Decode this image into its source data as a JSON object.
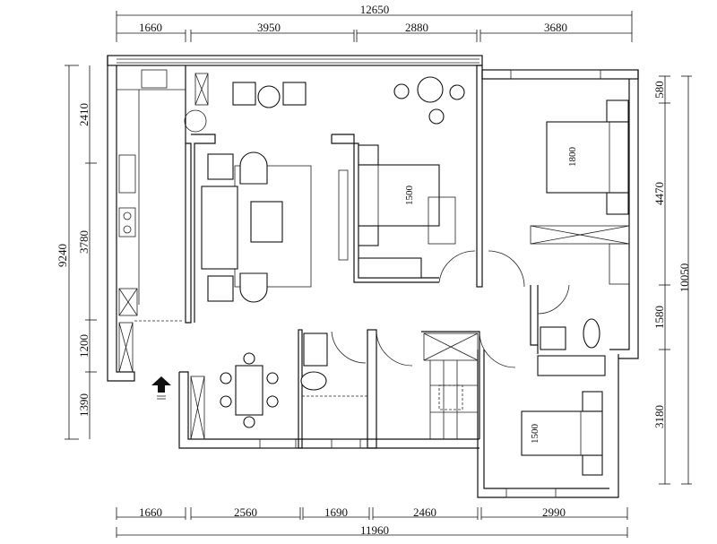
{
  "dimensions": {
    "top_total": "12650",
    "top": [
      "1660",
      "3950",
      "2880",
      "3680"
    ],
    "left_total": "9240",
    "left": [
      "2410",
      "3780",
      "1200",
      "1390"
    ],
    "right_total": "10050",
    "right": [
      "580",
      "4470",
      "1580",
      "3180"
    ],
    "bottom": [
      "1660",
      "2560",
      "1690",
      "2460",
      "2990"
    ],
    "bottom_total": "11960"
  },
  "bed_labels": {
    "master": "1800",
    "bedroom_center": "1500",
    "bedroom_bottom": "1500"
  }
}
